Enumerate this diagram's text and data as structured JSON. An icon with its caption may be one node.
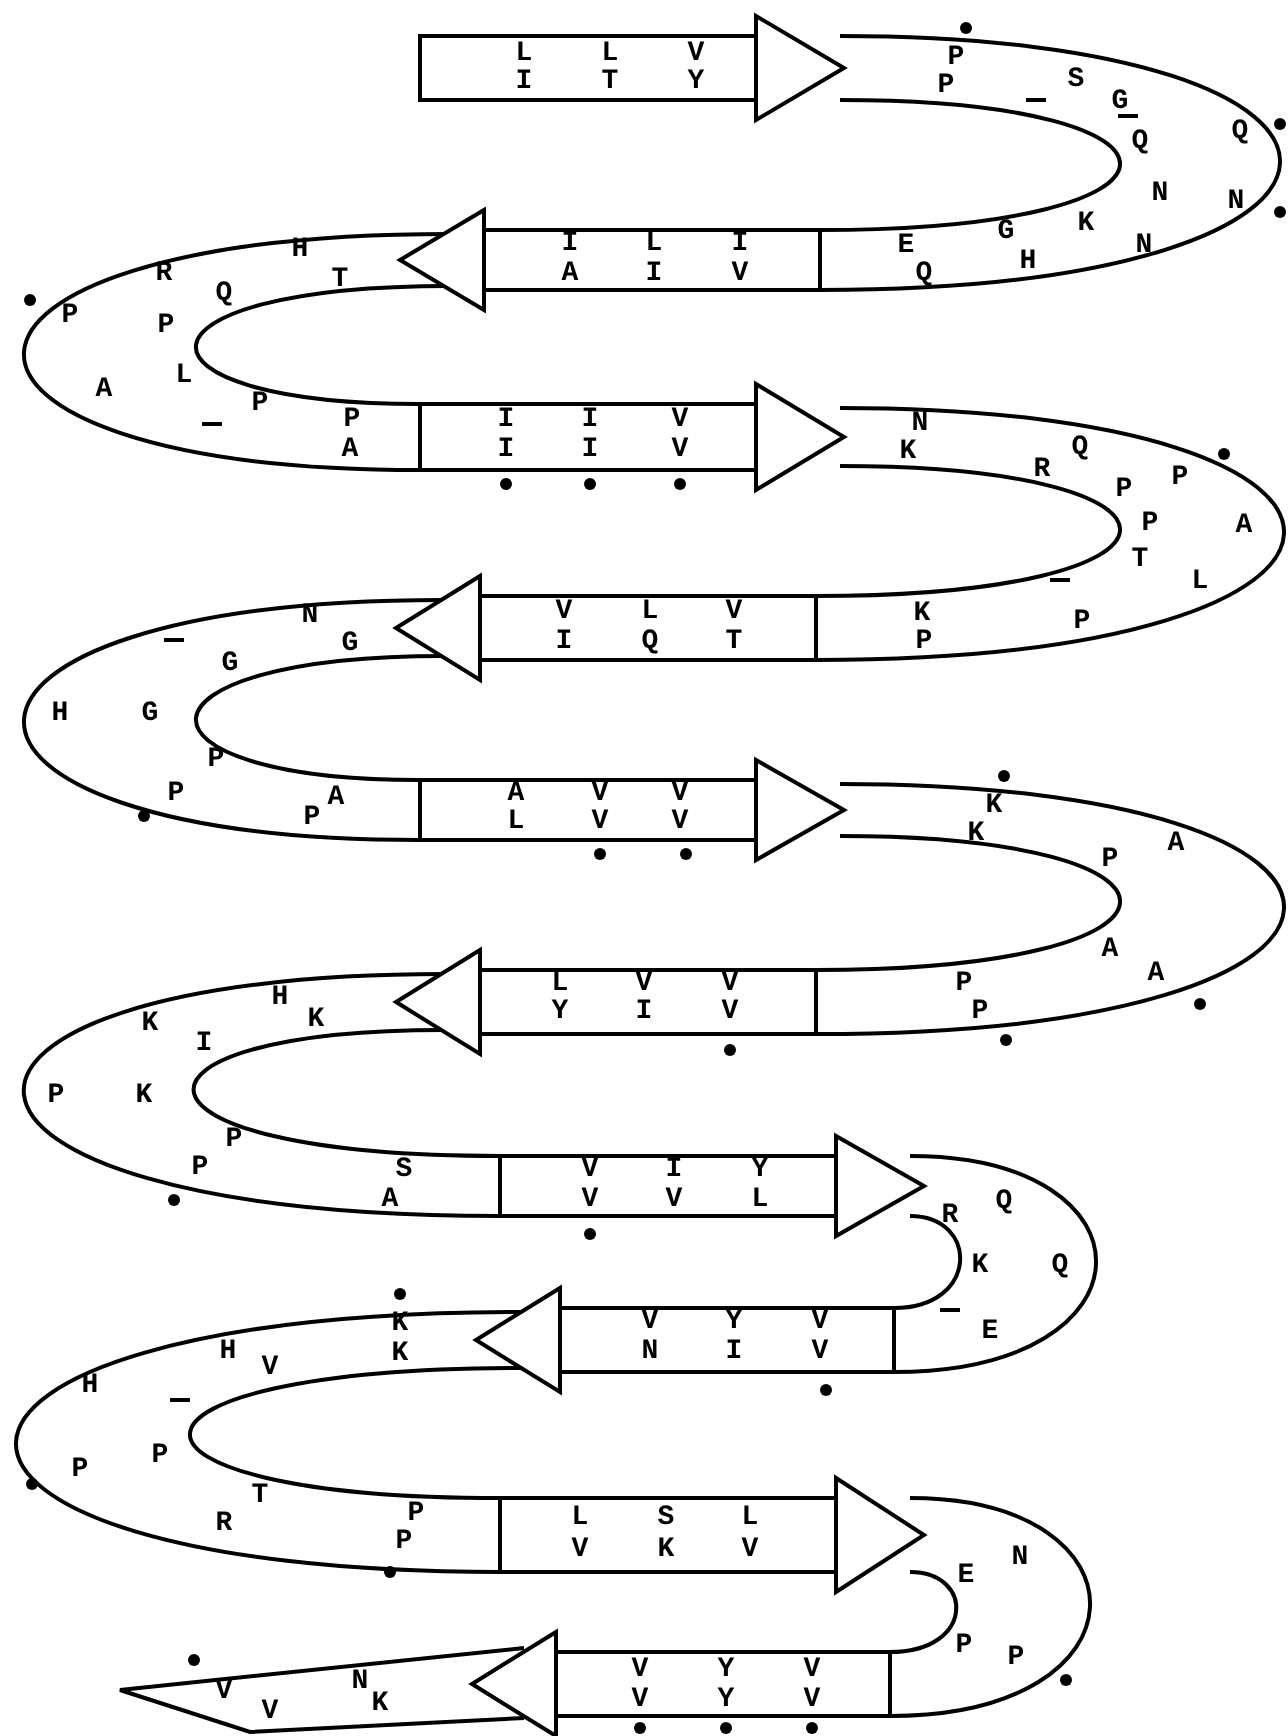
{
  "diagram": {
    "labels": [
      "L",
      "L",
      "V",
      "I",
      "T",
      "Y",
      "P",
      "P",
      "S",
      "G",
      "Q",
      "Q",
      "N",
      "N",
      "K",
      "N",
      "G",
      "H",
      "E",
      "Q",
      "I",
      "L",
      "I",
      "A",
      "I",
      "V",
      "H",
      "R",
      "Q",
      "T",
      "P",
      "P",
      "L",
      "A",
      "P",
      "P",
      "A",
      "I",
      "I",
      "V",
      "I",
      "I",
      "V",
      "N",
      "K",
      "Q",
      "R",
      "P",
      "P",
      "P",
      "A",
      "T",
      "L",
      "K",
      "P",
      "P",
      "V",
      "L",
      "V",
      "I",
      "Q",
      "T",
      "N",
      "G",
      "G",
      "H",
      "G",
      "P",
      "P",
      "P",
      "A",
      "A",
      "V",
      "V",
      "L",
      "V",
      "V",
      "K",
      "K",
      "A",
      "P",
      "A",
      "A",
      "P",
      "P",
      "L",
      "V",
      "V",
      "Y",
      "I",
      "V",
      "H",
      "K",
      "I",
      "K",
      "P",
      "K",
      "P",
      "P",
      "S",
      "A",
      "V",
      "I",
      "Y",
      "V",
      "V",
      "L",
      "R",
      "Q",
      "K",
      "Q",
      "E",
      "V",
      "Y",
      "V",
      "N",
      "I",
      "V",
      "K",
      "H",
      "V",
      "K",
      "H",
      "P",
      "P",
      "T",
      "R",
      "P",
      "P",
      "L",
      "S",
      "L",
      "V",
      "K",
      "V",
      "N",
      "E",
      "P",
      "P",
      "V",
      "N",
      "V",
      "K",
      "V",
      "Y",
      "V",
      "V",
      "Y",
      "V"
    ]
  }
}
